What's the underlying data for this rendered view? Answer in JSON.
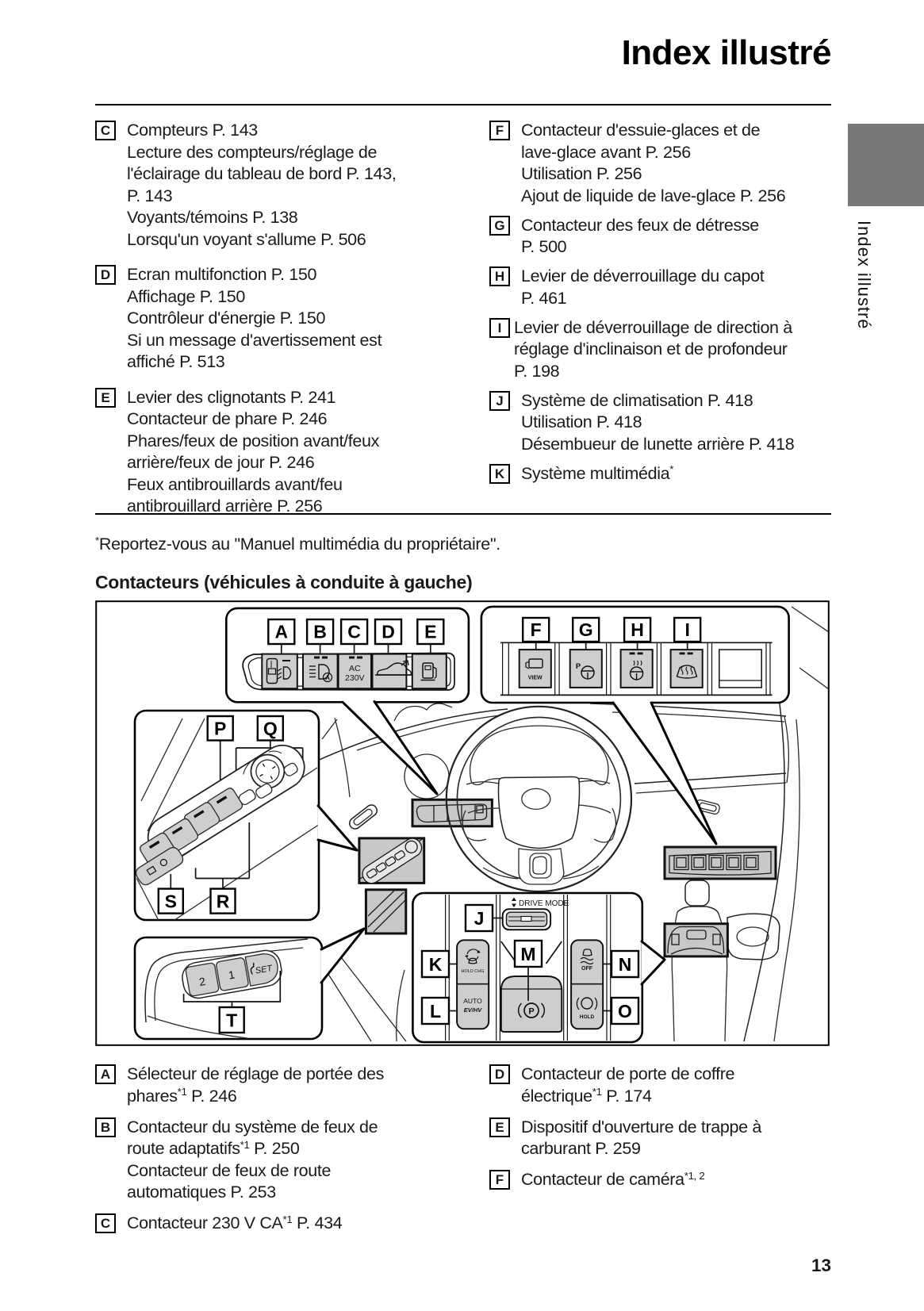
{
  "page": {
    "title": "Index illustré",
    "page_number": "13",
    "side_tab_text": "Index illustré",
    "footnote": "^{*}Reportez-vous au \"Manuel multimédia du propriétaire\".",
    "figure_heading": "Contacteurs (véhicules à conduite à gauche)"
  },
  "colors": {
    "tab_grey": "#757876",
    "button_grey": "#cdcfcd",
    "highlight_grey": "#c7c9c7",
    "text": "#1a1a1a"
  },
  "top_index": {
    "left": [
      {
        "letter": "C",
        "lines": [
          "Compteurs P. 143",
          "Lecture des compteurs/réglage de",
          "l'éclairage du tableau de bord P. 143,",
          "P. 143",
          "Voyants/témoins P. 138",
          "Lorsqu'un voyant s'allume P. 506"
        ]
      },
      {
        "letter": "D",
        "lines": [
          "Ecran multifonction P. 150",
          "Affichage P. 150",
          "Contrôleur d'énergie P. 150",
          "Si un message d'avertissement est",
          "affiché P. 513"
        ]
      },
      {
        "letter": "E",
        "lines": [
          "Levier des clignotants P. 241",
          "Contacteur de phare P. 246",
          "Phares/feux de position avant/feux",
          "arrière/feux de jour P. 246",
          "Feux antibrouillards avant/feu",
          "antibrouillard arrière P. 256"
        ]
      }
    ],
    "right": [
      {
        "letter": "F",
        "lines": [
          "Contacteur d'essuie-glaces et de",
          "lave-glace avant P. 256",
          "Utilisation P. 256",
          "Ajout de liquide de lave-glace P. 256"
        ]
      },
      {
        "letter": "G",
        "lines": [
          "Contacteur des feux de détresse",
          "P. 500"
        ]
      },
      {
        "letter": "H",
        "lines": [
          "Levier de déverrouillage du capot",
          "P. 461"
        ]
      },
      {
        "letter": "I",
        "tight": true,
        "lines": [
          "Levier de déverrouillage de direction à",
          "réglage d'inclinaison et de profondeur",
          "P. 198"
        ]
      },
      {
        "letter": "J",
        "lines": [
          "Système de climatisation P. 418",
          "Utilisation P. 418",
          "Désembueur de lunette arrière P. 418"
        ]
      },
      {
        "letter": "K",
        "lines": [
          "Système multimédia^{*}"
        ]
      }
    ]
  },
  "bottom_index": {
    "left": [
      {
        "letter": "A",
        "lines": [
          "Sélecteur de réglage de portée des",
          "phares^{*1} P. 246"
        ]
      },
      {
        "letter": "B",
        "lines": [
          "Contacteur du système de feux de",
          "route adaptatifs^{*1} P. 250",
          "Contacteur de feux de route",
          "automatiques P. 253"
        ]
      },
      {
        "letter": "C",
        "lines": [
          "Contacteur 230 V CA^{*1} P. 434"
        ]
      }
    ],
    "right": [
      {
        "letter": "D",
        "lines": [
          "Contacteur de porte de coffre",
          "électrique^{*1} P. 174"
        ]
      },
      {
        "letter": "E",
        "lines": [
          "Dispositif d'ouverture de trappe à",
          "carburant P. 259"
        ]
      },
      {
        "letter": "F",
        "lines": [
          "Contacteur de caméra^{*1, 2}"
        ]
      }
    ]
  },
  "figure": {
    "callouts": {
      "A": "A",
      "B": "B",
      "C": "C",
      "D": "D",
      "E": "E",
      "F": "F",
      "G": "G",
      "H": "H",
      "I": "I",
      "J": "J",
      "K": "K",
      "L": "L",
      "M": "M",
      "N": "N",
      "O": "O",
      "P": "P",
      "Q": "Q",
      "R": "R",
      "S": "S",
      "T": "T"
    },
    "texts": {
      "ac_line1": "AC",
      "ac_line2": "230V",
      "view": "VIEW",
      "drive_mode": "DRIVE MODE",
      "auto": "AUTO",
      "ev_hv": "EV/HV",
      "hold": "HOLD",
      "off": "OFF",
      "hold_chg": "HOLD CHG",
      "park_p": "P",
      "mem_1": "1",
      "mem_2": "2",
      "set": "SET"
    }
  }
}
